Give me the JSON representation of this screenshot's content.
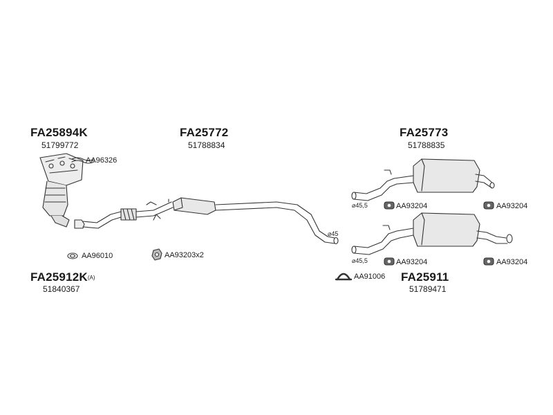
{
  "assemblies": [
    {
      "part": "FA25894K",
      "oem": "51799772"
    },
    {
      "part": "FA25772",
      "oem": "51788834"
    },
    {
      "part": "FA25773",
      "oem": "51788835"
    },
    {
      "part": "FA25912K",
      "oem": "51840367",
      "suffix": "(A)"
    },
    {
      "part": "FA25911",
      "oem": "51789471"
    }
  ],
  "accessories": {
    "manifold_gasket": "AA96326",
    "ring_gasket": "AA96010",
    "rubber_mount_x2": "AA93203x2",
    "clamp": "AA91006",
    "hanger_top_left": "AA93204",
    "hanger_top_right": "AA93204",
    "hanger_bottom_left": "AA93204",
    "hanger_bottom_right": "AA93204"
  },
  "dimensions": {
    "pipe_diameter": "⌀45",
    "tail_top_diameter": "⌀45,5",
    "tail_bottom_diameter": "⌀45,5"
  },
  "colors": {
    "line": "#333333",
    "fill": "#e9e9e9",
    "dark": "#555555"
  }
}
